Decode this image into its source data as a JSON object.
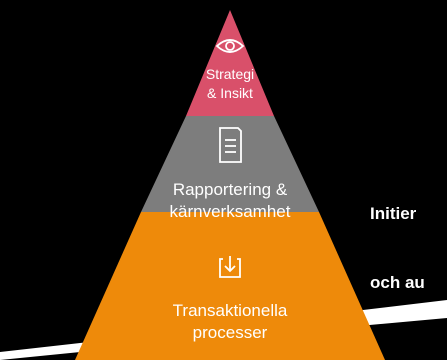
{
  "colors": {
    "background": "#000000",
    "top_tier": "#d9506a",
    "middle_tier": "#7d7d7d",
    "bottom_tier": "#ee8a0a",
    "text": "#ffffff"
  },
  "pyramid": {
    "tiers": [
      {
        "id": "top",
        "icon": "eye-icon",
        "line1": "Strategi",
        "line2": "& Insikt"
      },
      {
        "id": "middle",
        "icon": "document-icon",
        "line1": "Rapportering &",
        "line2": "kärnverksamhet"
      },
      {
        "id": "bottom",
        "icon": "download-tray-icon",
        "line1": "Transaktionella",
        "line2": "processer"
      }
    ]
  },
  "side_text": {
    "line1": "Initier",
    "line2": "och au"
  }
}
